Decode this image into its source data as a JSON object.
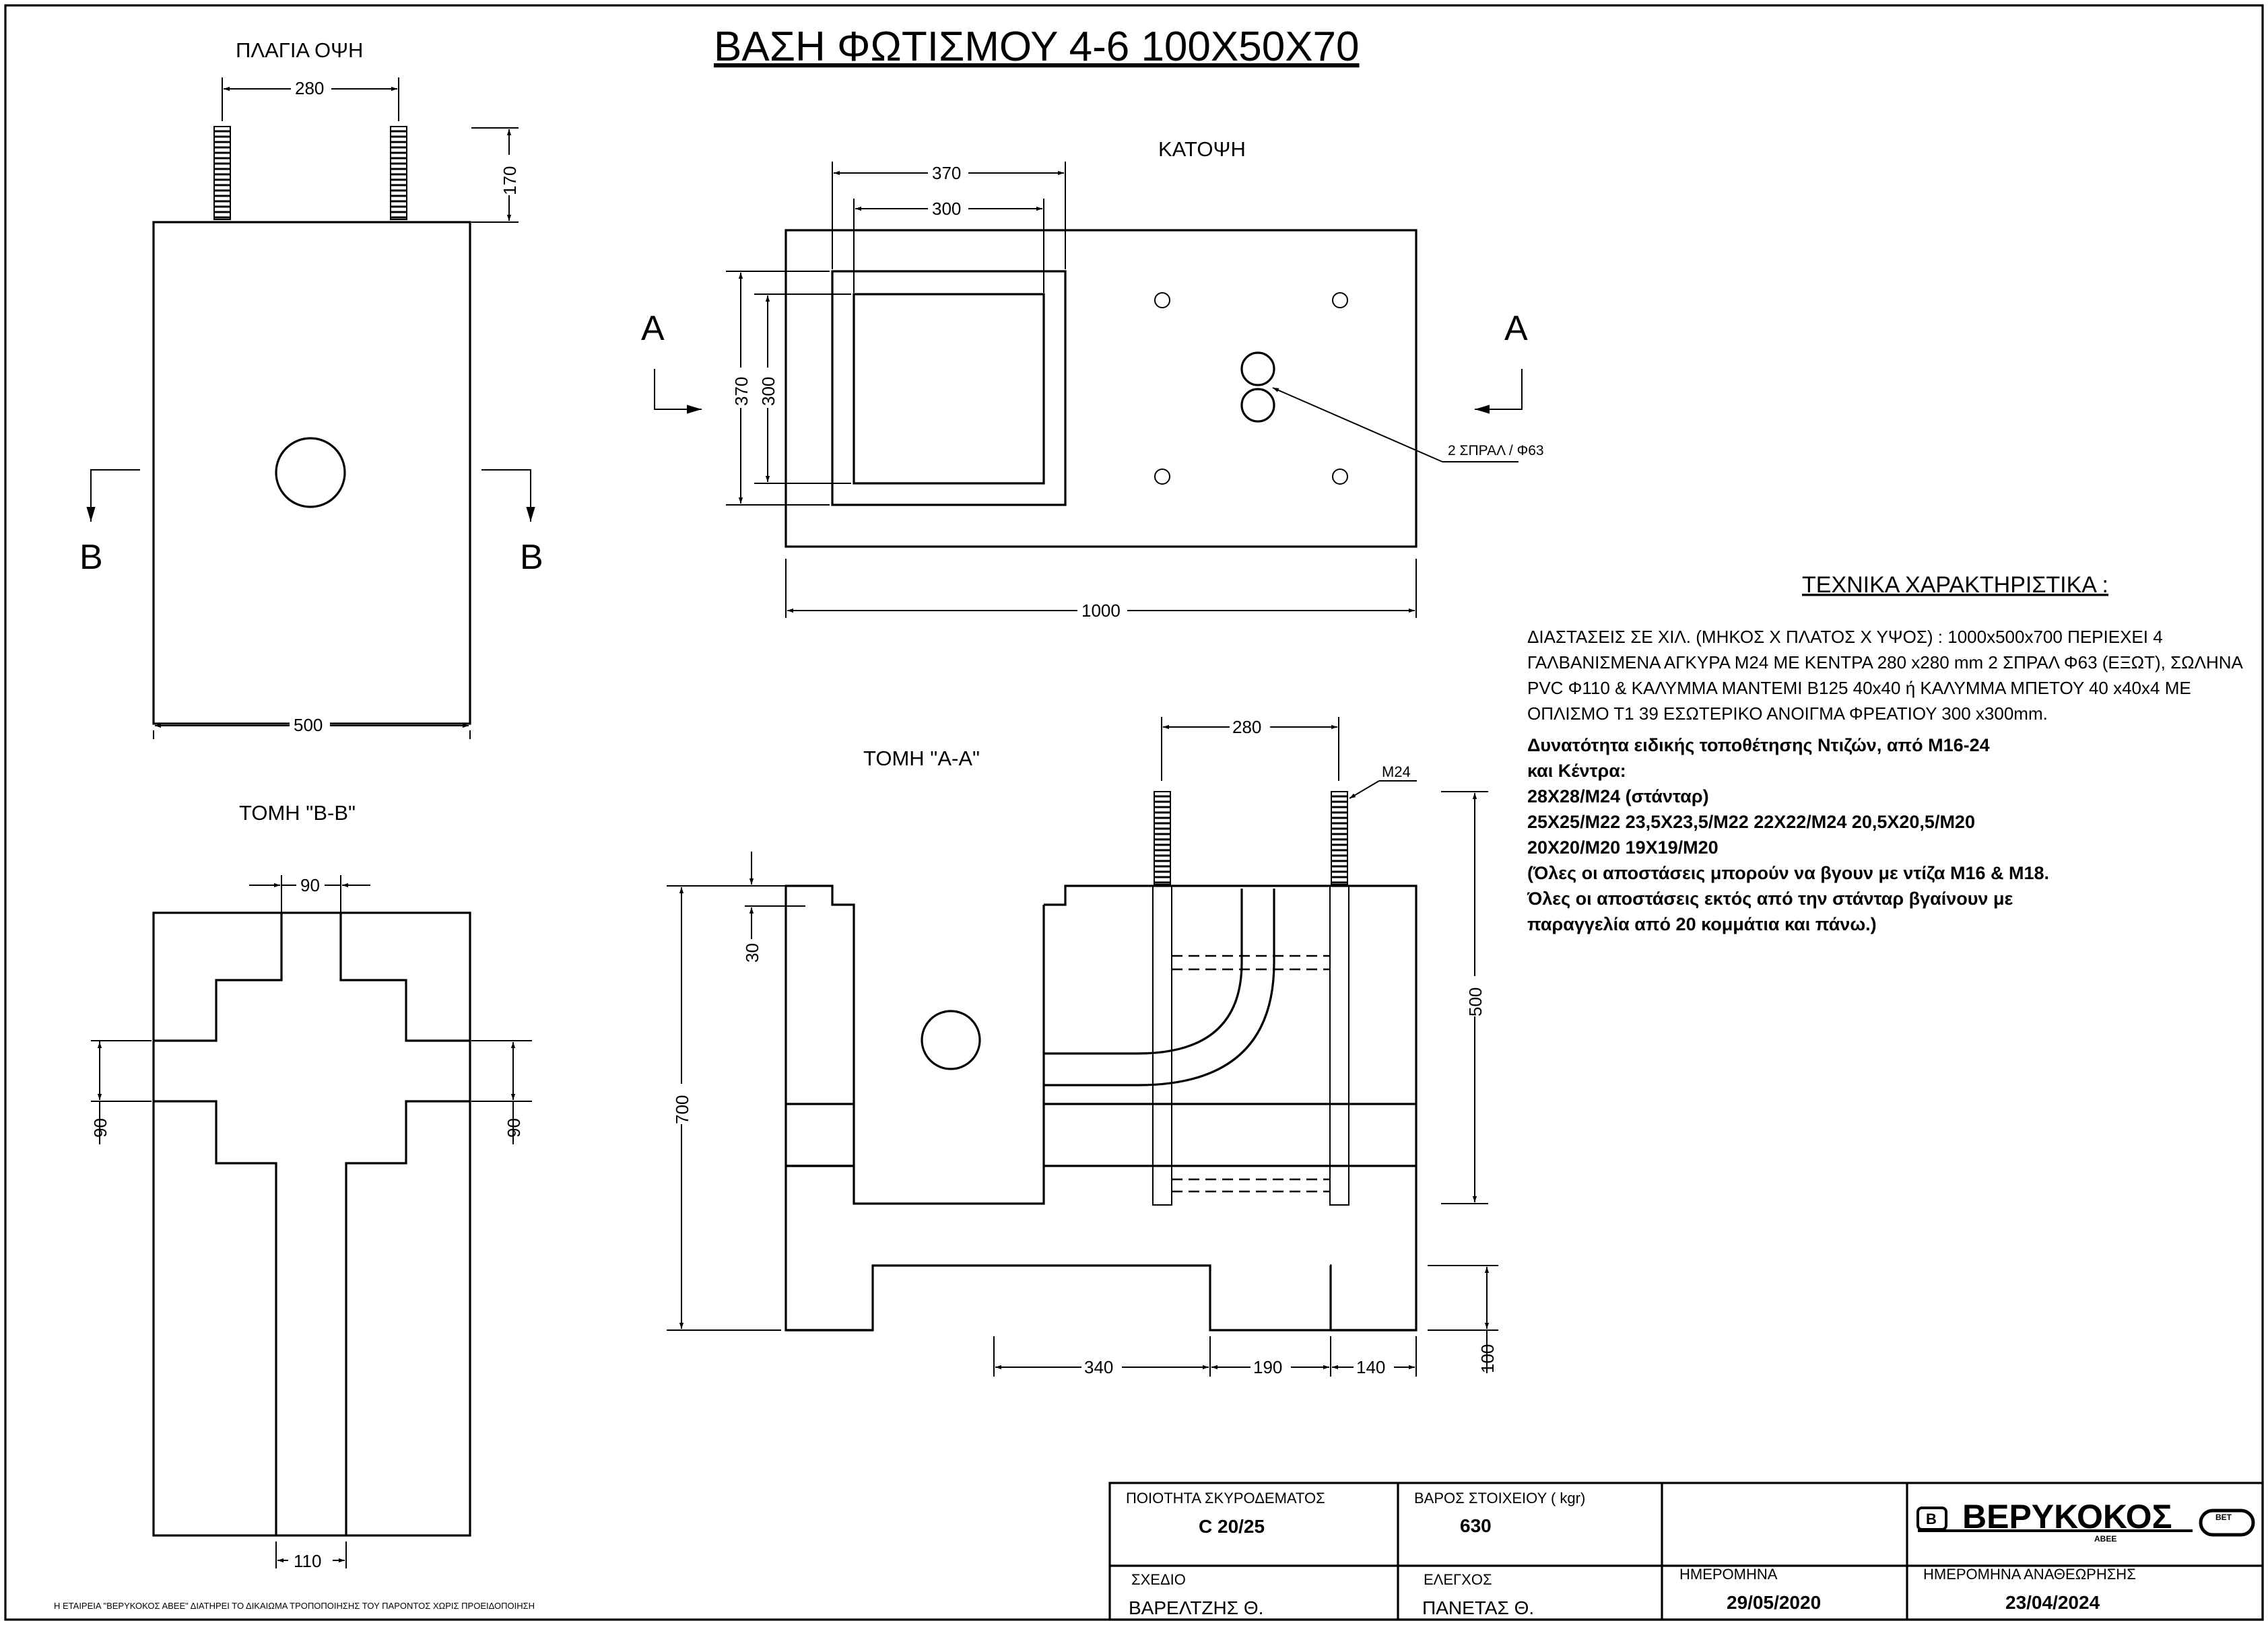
{
  "title": "ΒΑΣΗ ΦΩΤΙΣΜΟΥ 4-6 100Χ50Χ70",
  "views": {
    "side": {
      "label": "ΠΛΑΓΙΑ ΟΨΗ",
      "dims": {
        "bolt_spacing": "280",
        "bolt_height": "170",
        "width": "500"
      },
      "section_mark": "B"
    },
    "plan": {
      "label": "ΚΑΤΟΨΗ",
      "dims": {
        "outer_square": "370",
        "inner_square": "300",
        "length": "1000",
        "outer_square_v": "370",
        "inner_square_v": "300"
      },
      "section_mark": "A",
      "pipe_callout": "2 ΣΠΡΑΛ / Φ63"
    },
    "section_aa": {
      "label": "ΤΟΜΗ \"Α-Α\"",
      "dims": {
        "bolt_spacing": "280",
        "bolt_spec": "M24",
        "top_step": "30",
        "height": "700",
        "bolt_depth": "500",
        "foot": "100",
        "gap1": "340",
        "gap2": "190",
        "gap3": "140"
      }
    },
    "section_bb": {
      "label": "ΤΟΜΗ \"Β-Β\"",
      "dims": {
        "top": "90",
        "left": "90",
        "right": "90",
        "bottom": "110"
      }
    }
  },
  "specs": {
    "heading": "ΤΕΧΝΙΚΑ ΧΑΡΑΚΤΗΡΙΣΤΙΚΑ :",
    "lines": [
      "ΔΙΑΣΤΑΣΕΙΣ ΣΕ ΧΙΛ.  (ΜΗΚΟΣ Χ ΠΛΑΤΟΣ Χ ΥΨΟΣ)  : 1000x500x700 ΠΕΡΙΕΧΕΙ 4",
      "ΓΑΛΒΑΝΙΣΜΕΝΑ ΑΓΚΥΡΑ Μ24 ΜΕ ΚΕΝΤΡΑ 280  x280 mm 2 ΣΠΡΑΛ Φ63 (ΕΞΩΤ), ΣΩΛΗΝΑ",
      "PVC  Φ110  & ΚΑΛΥΜΜΑ ΜΑΝΤΕΜΙ B125 40x40 ή ΚΑΛΥΜΜΑ ΜΠΕΤΟΥ 40 x40x4 ΜΕ",
      "ΟΠΛΙΣΜΟ Τ1 39 ΕΣΩΤΕΡΙΚΟ ΑΝΟΙΓΜΑ ΦΡΕΑΤΙΟΥ 300 x300mm."
    ],
    "bold_lines": [
      "Δυνατότητα ειδικής τοποθέτησης Ντιζών, από Μ16-24",
      "και Κέντρα:",
      "28Χ28/Μ24 (στάνταρ)",
      "25Χ25/Μ22    23,5Χ23,5/Μ22    22Χ22/Μ24    20,5Χ20,5/Μ20",
      "20Χ20/Μ20    19Χ19/Μ20",
      "(Όλες οι αποστάσεις μπορούν να βγουν με ντίζα Μ16 & Μ18.",
      "Όλες οι αποστάσεις εκτός από την στάνταρ βγαίνουν με",
      "παραγγελία από 20 κομμάτια και πάνω.)"
    ]
  },
  "title_block": {
    "concrete_quality_label": "ΠΟΙΟΤΗΤΑ  ΣΚΥΡΟΔΕΜΑΤΟΣ",
    "concrete_quality": "C 20/25",
    "weight_label": "ΒΑΡΟΣ ΣΤΟΙΧΕΙΟΥ ( kgr)",
    "weight": "630",
    "company": "ΒΕΡΥΚΟΚΟΣ",
    "company_sub": "ΑΒΕΕ",
    "logo_letter": "B",
    "logo_badge": "BET",
    "drawing_label": "ΣΧΕΔΙΟ",
    "drawing_by": "ΒΑΡΕΛΤΖΗΣ Θ.",
    "checked_label": "ΕΛΕΓΧΟΣ",
    "checked_by": "ΠΑΝΕΤΑΣ Θ.",
    "date_label": "ΗΜΕΡΟΜΗΝΑ",
    "date": "29/05/2020",
    "revision_label": "ΗΜΕΡΟΜΗΝΑ  ΑΝΑΘΕΩΡΗΣΗΣ",
    "revision_date": "23/04/2024"
  },
  "footer_note": "Η ΕΤΑΙΡΕΙΑ \"ΒΕΡΥΚΟΚΟΣ ΑΒΕΕ\" ΔΙΑΤΗΡΕΙ ΤΟ ΔΙΚΑΙΩΜΑ ΤΡΟΠΟΠΟΙΗΣΗΣ ΤΟΥ ΠΑΡΟΝΤΟΣ ΧΩΡΙΣ ΠΡΟΕΙΔΟΠΟΙΗΣΗ"
}
